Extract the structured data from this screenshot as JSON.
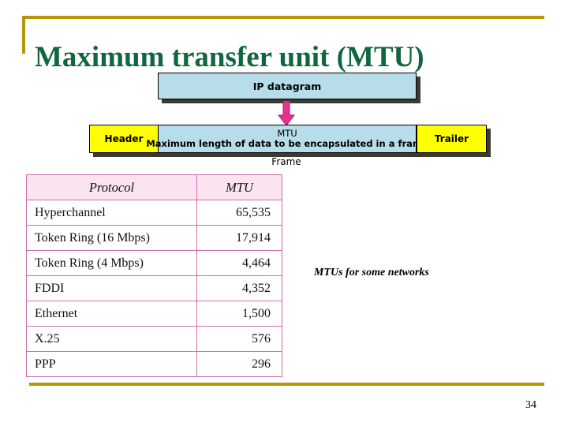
{
  "slide": {
    "title": "Maximum transfer unit (MTU)",
    "page_number": "34",
    "accent_color": "#b8960c",
    "title_color": "#10663f"
  },
  "diagram": {
    "datagram": {
      "label": "IP datagram",
      "fill_color": "#b6dde9"
    },
    "arrow": {
      "name": "down-arrow",
      "color": "#e8328c",
      "direction": "down"
    },
    "frame": {
      "header_label": "Header",
      "header_color": "#ffff00",
      "mtu_label": "MTU",
      "mtu_description": "Maximum length of data to be encapsulated in a frame",
      "mtu_color": "#b6dde9",
      "trailer_label": "Trailer",
      "trailer_color": "#ffff00",
      "caption": "Frame"
    }
  },
  "table": {
    "caption": "MTUs for some networks",
    "header_fill": "#fbe4ef",
    "border_color": "#cc6fae",
    "columns": [
      "Protocol",
      "MTU"
    ],
    "rows": [
      {
        "protocol": "Hyperchannel",
        "mtu": "65,535"
      },
      {
        "protocol": "Token Ring (16 Mbps)",
        "mtu": "17,914"
      },
      {
        "protocol": "Token Ring (4 Mbps)",
        "mtu": "4,464"
      },
      {
        "protocol": "FDDI",
        "mtu": "4,352"
      },
      {
        "protocol": "Ethernet",
        "mtu": "1,500"
      },
      {
        "protocol": "X.25",
        "mtu": "576"
      },
      {
        "protocol": "PPP",
        "mtu": "296"
      }
    ]
  },
  "chart_data": {
    "type": "table",
    "title": "MTUs for some networks",
    "categories": [
      "Hyperchannel",
      "Token Ring (16 Mbps)",
      "Token Ring (4 Mbps)",
      "FDDI",
      "Ethernet",
      "X.25",
      "PPP"
    ],
    "values": [
      65535,
      17914,
      4464,
      4352,
      1500,
      576,
      296
    ],
    "xlabel": "Protocol",
    "ylabel": "MTU"
  }
}
